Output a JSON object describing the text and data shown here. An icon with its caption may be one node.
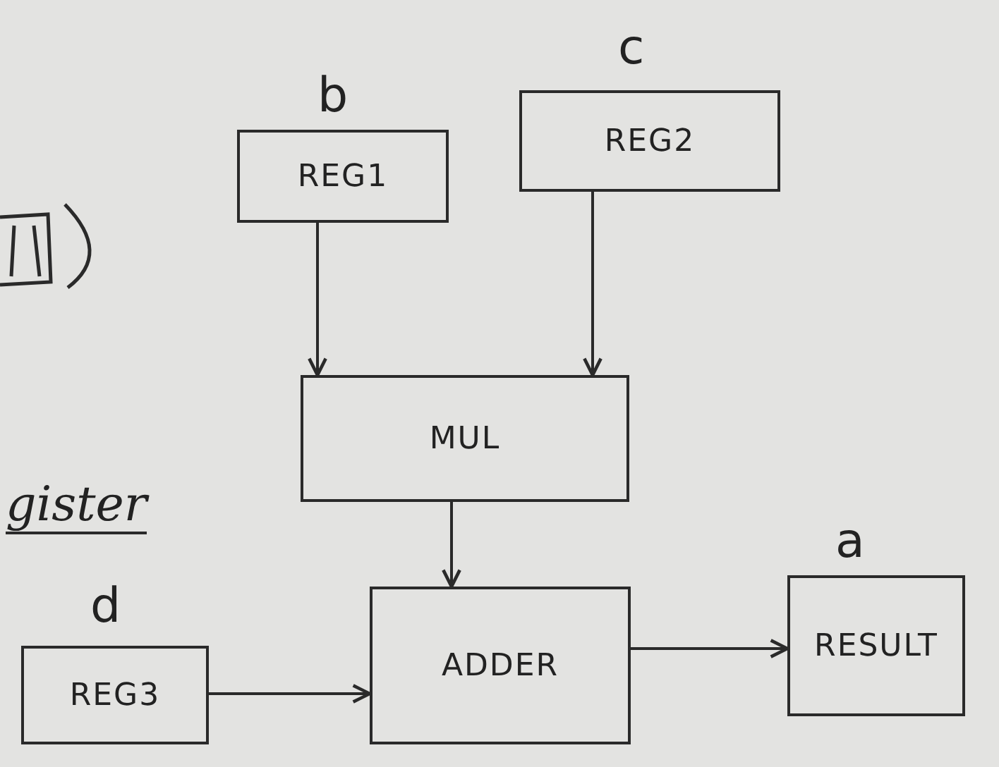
{
  "diagram": {
    "nodes": [
      {
        "text": [
          "REG1"
        ],
        "beside": [
          "b"
        ]
      },
      {
        "text": [
          "REG2"
        ],
        "beside": [
          "c"
        ]
      },
      {
        "text": [
          "MUL"
        ]
      },
      {
        "text": [
          "REG3"
        ],
        "beside": [
          "d"
        ]
      },
      {
        "text": [
          "ADDER"
        ]
      },
      {
        "text": [
          "RESULT"
        ],
        "beside": [
          "a"
        ]
      }
    ],
    "edges": [
      {
        "from": 0,
        "to": 2,
        "arrow": "to"
      },
      {
        "from": 1,
        "to": 2,
        "arrow": "to"
      },
      {
        "from": 2,
        "to": 4,
        "arrow": "to"
      },
      {
        "from": 3,
        "to": 4,
        "arrow": "to"
      },
      {
        "from": 4,
        "to": 5,
        "arrow": "to"
      }
    ],
    "labels": [
      "gister"
    ]
  }
}
